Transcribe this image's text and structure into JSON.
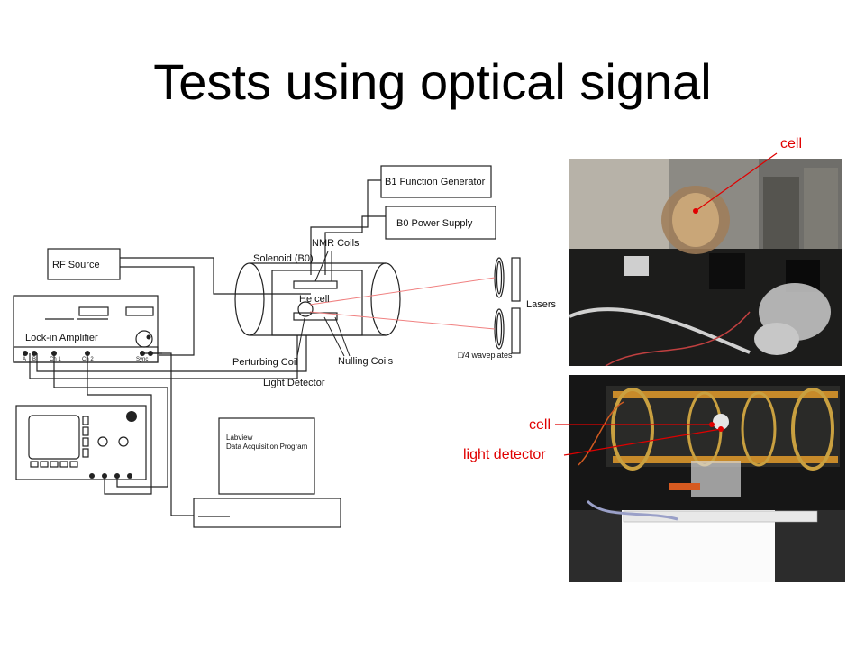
{
  "slide": {
    "title": "Tests using optical signal"
  },
  "diagram": {
    "labels": {
      "b1_generator": "B1 Function Generator",
      "b0_supply": "B0 Power Supply",
      "rf_source": "RF Source",
      "nmr_coils": "NMR Coils",
      "solenoid": "Solenoid (B0)",
      "he_cell": "He cell",
      "lasers": "Lasers",
      "lockin": "Lock-in Amplifier",
      "perturbing_coil": "Perturbing Coil",
      "nulling_coils": "Nulling Coils",
      "waveplates": "□/4 waveplates",
      "light_detector": "Light Detector",
      "labview_line1": "Labview",
      "labview_line2": "Data Acquisition Program",
      "lockin_port_a": "A",
      "lockin_port_b": "B",
      "lockin_port_ch1": "Ch 1",
      "lockin_port_ch2": "Ch 2",
      "lockin_port_sync": "Sync"
    }
  },
  "photos": {
    "callouts": {
      "top_cell": "cell",
      "bottom_cell": "cell",
      "light_detector": "light detector"
    }
  },
  "colors": {
    "callout": "#e00000",
    "laser_beam": "#f08080"
  }
}
